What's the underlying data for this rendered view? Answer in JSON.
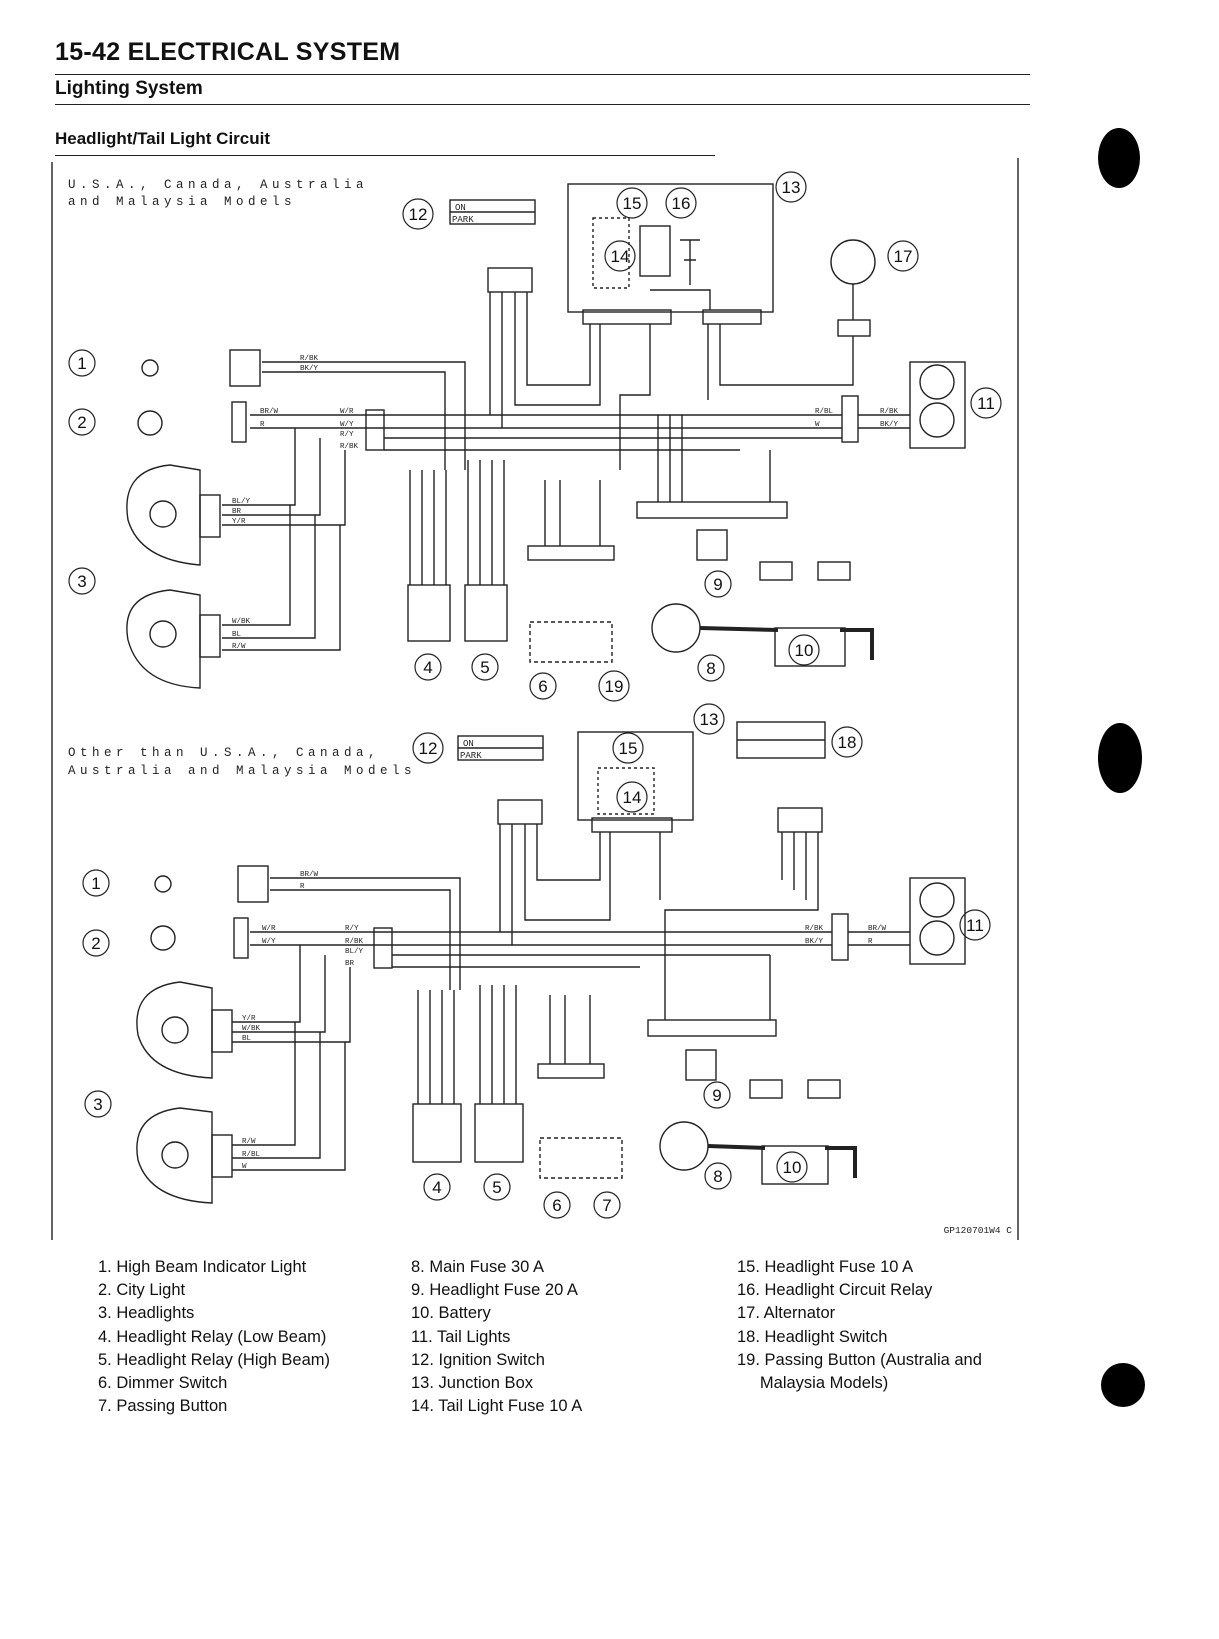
{
  "header": {
    "title": "15-42 ELECTRICAL SYSTEM",
    "subtitle": "Lighting System",
    "section_title": "Headlight/Tail Light Circuit"
  },
  "diagram": {
    "top_models_label_line1": "U.S.A., Canada, Australia",
    "top_models_label_line2": "and Malaysia Models",
    "bottom_models_label_line1": "Other than U.S.A., Canada,",
    "bottom_models_label_line2": "Australia and Malaysia Models",
    "figure_code": "GP120701W4 C",
    "ignition_positions": [
      "ON",
      "PARK"
    ],
    "wire_colors": [
      "R/BK",
      "BK/Y",
      "BR/W",
      "R",
      "W/R",
      "W/Y",
      "R/Y",
      "R/BK",
      "BL/Y",
      "BR",
      "Y/R",
      "W/BK",
      "BL",
      "R/W",
      "R/BL",
      "W"
    ],
    "callouts_top": [
      "1",
      "2",
      "3",
      "4",
      "5",
      "6",
      "19",
      "8",
      "9",
      "10",
      "11",
      "12",
      "13",
      "14",
      "15",
      "16",
      "17"
    ],
    "callouts_bottom": [
      "1",
      "2",
      "3",
      "4",
      "5",
      "6",
      "7",
      "8",
      "9",
      "10",
      "11",
      "12",
      "13",
      "14",
      "15",
      "18"
    ]
  },
  "legend": {
    "col1": [
      "1. High Beam Indicator Light",
      "2. City Light",
      "3. Headlights",
      "4. Headlight Relay (Low Beam)",
      "5. Headlight Relay (High Beam)",
      "6. Dimmer Switch",
      "7. Passing Button"
    ],
    "col2": [
      "8. Main Fuse 30 A",
      "9. Headlight Fuse 20 A",
      "10. Battery",
      "11. Tail Lights",
      "12. Ignition Switch",
      "13. Junction Box",
      "14. Tail Light Fuse 10 A"
    ],
    "col3": [
      "15. Headlight Fuse 10 A",
      "16. Headlight Circuit Relay",
      "17. Alternator",
      "18. Headlight Switch",
      "19. Passing Button (Australia and",
      "     Malaysia Models)"
    ]
  }
}
